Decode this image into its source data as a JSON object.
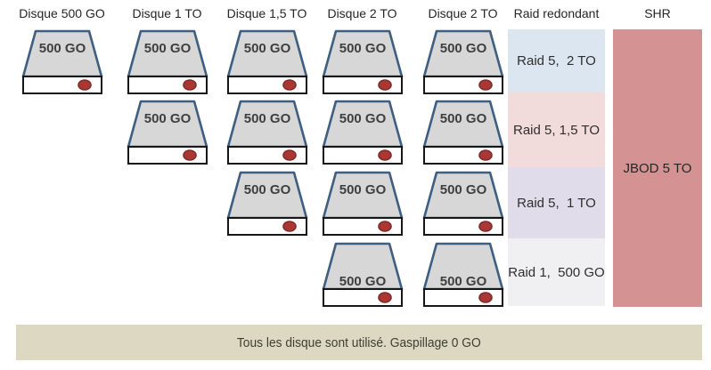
{
  "columns": [
    {
      "label": "Disque 500 GO",
      "disk_count": 1
    },
    {
      "label": "Disque 1 TO",
      "disk_count": 2
    },
    {
      "label": "Disque 1,5 TO",
      "disk_count": 3
    },
    {
      "label": "Disque 2 TO",
      "disk_count": 4
    },
    {
      "label": "Disque 2 TO",
      "disk_count": 4
    }
  ],
  "disk_label": "500 GO",
  "disk_colors": {
    "body": "#d7d7d7",
    "border": "#3e5f82",
    "base_fill": "#ffffff",
    "base_border": "#161616",
    "led_fill": "#aa3733",
    "led_ring": "#802d29",
    "label_color": "#3f3f3f"
  },
  "raid_column": {
    "header": "Raid redondant",
    "bands": [
      {
        "label": "Raid 5,  2 TO",
        "color": "#dce6f1"
      },
      {
        "label": "Raid 5, 1,5 TO",
        "color": "#f2dcdb"
      },
      {
        "label": "Raid 5,  1 TO",
        "color": "#e1dcea"
      },
      {
        "label": "Raid 1,  500 GO",
        "color": "#f0eff1"
      }
    ]
  },
  "shr_column": {
    "header": "SHR",
    "band": {
      "label": "JBOD 5 TO",
      "color": "#d49392"
    }
  },
  "footer": {
    "text": "Tous les disque sont utilisé. Gaspillage 0 GO",
    "color": "#dcd8c2"
  }
}
